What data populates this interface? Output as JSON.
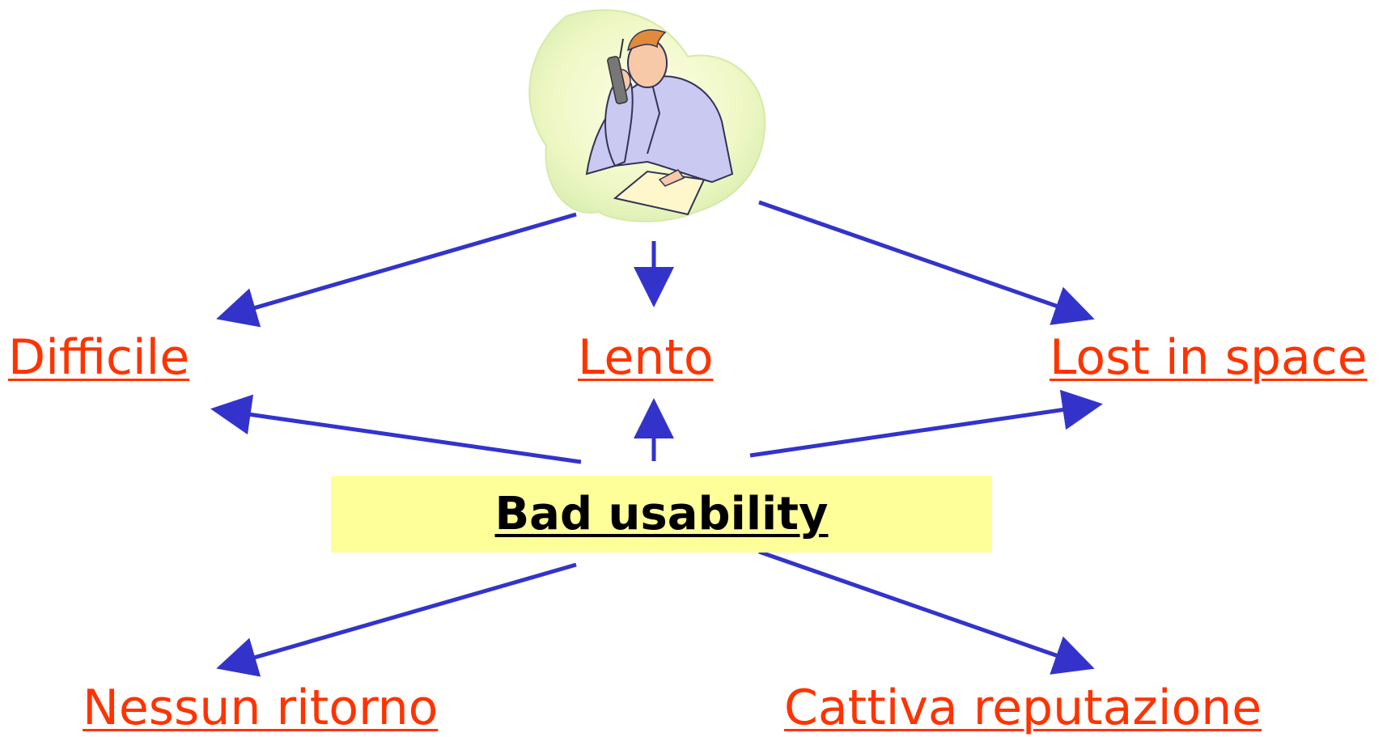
{
  "center": {
    "label": "Bad usability",
    "fill": "#ffff99",
    "text_color": "#000000"
  },
  "illustration": {
    "icon": "man-on-phone-clipart-icon"
  },
  "nodes": {
    "difficile": "Difficile",
    "lento": "Lento",
    "lost": "Lost in space",
    "nessun": "Nessun ritorno",
    "cattiva": "Cattiva reputazione"
  },
  "colors": {
    "label": "#ff3300",
    "arrow": "#3333cc",
    "blob": "#eef7c4"
  },
  "edges": [
    {
      "from": "illustration",
      "to": "difficile"
    },
    {
      "from": "illustration",
      "to": "lento"
    },
    {
      "from": "illustration",
      "to": "lost"
    },
    {
      "from": "center",
      "to": "difficile"
    },
    {
      "from": "center",
      "to": "lento"
    },
    {
      "from": "center",
      "to": "lost"
    },
    {
      "from": "center",
      "to": "nessun"
    },
    {
      "from": "center",
      "to": "cattiva"
    }
  ]
}
